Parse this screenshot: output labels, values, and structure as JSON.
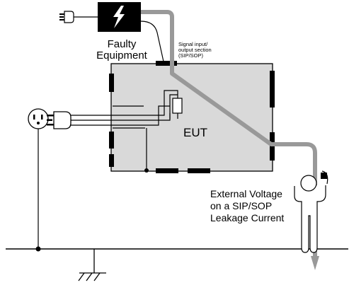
{
  "labels": {
    "faulty_line1": "Faulty",
    "faulty_line2": "Equipment",
    "sip_line1": "Signal input/",
    "sip_line2": "output section",
    "sip_line3": "(SIP/SOP)",
    "eut": "EUT",
    "ext_line1": "External Voltage",
    "ext_line2": "on a SIP/SOP",
    "ext_line3": "Leakage Current"
  },
  "colors": {
    "eut_fill": "#d9d9d9",
    "leakage_path": "#999999",
    "wire": "#000000",
    "connector": "#000000"
  },
  "icons": {
    "lightning": "lightning-bolt-icon",
    "plug": "power-plug-icon",
    "outlet": "wall-outlet-icon",
    "ground": "earth-ground-icon",
    "person": "person-icon"
  }
}
